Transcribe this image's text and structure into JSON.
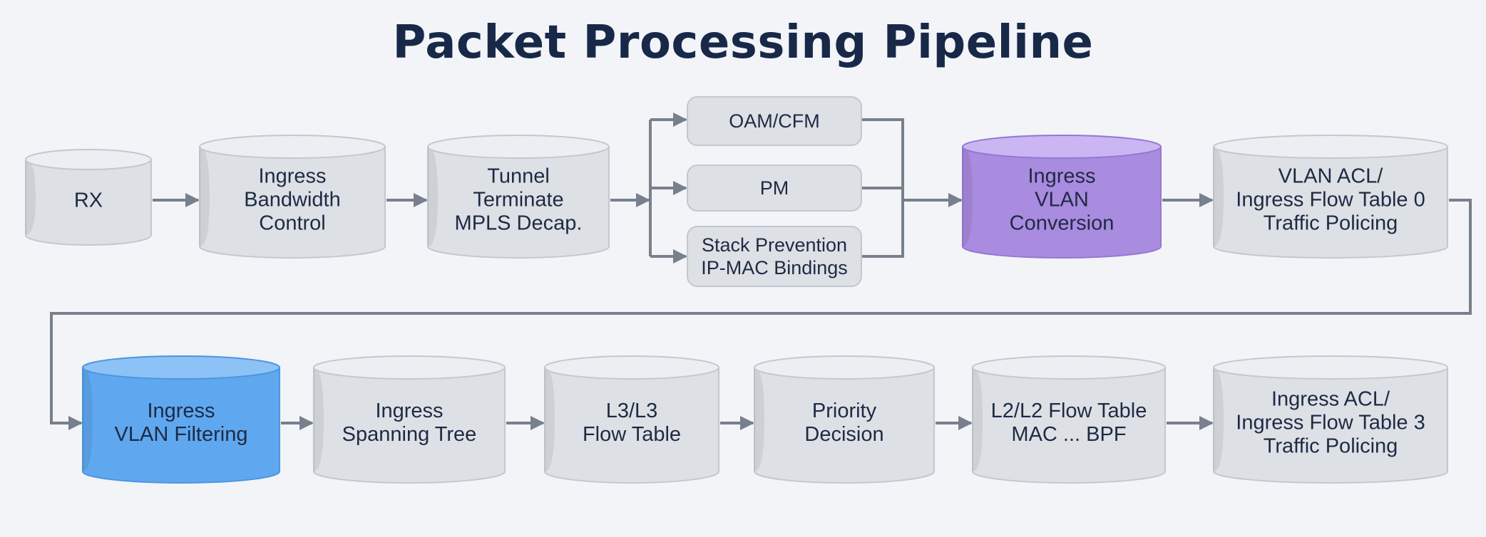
{
  "title": "Packet Processing Pipeline",
  "colors": {
    "background": "#f2f4f7",
    "node_fill": "#dde0e5",
    "node_top": "#eceef1",
    "node_stroke": "#c3c7cf",
    "purple_fill": "#a98be0",
    "purple_top": "#c9b6f2",
    "blue_fill": "#5fa8ef",
    "blue_top": "#8cc2f6",
    "connector": "#77808c",
    "text": "#1e2a44",
    "title": "#182848"
  },
  "nodes": {
    "rx": {
      "lines": [
        "RX"
      ]
    },
    "ingress_bw": {
      "lines": [
        "Ingress",
        "Bandwidth",
        "Control"
      ]
    },
    "tunnel": {
      "lines": [
        "Tunnel",
        "Terminate",
        "MPLS Decap."
      ]
    },
    "oam": {
      "lines": [
        "OAM/CFM"
      ]
    },
    "pm": {
      "lines": [
        "PM"
      ]
    },
    "stack": {
      "lines": [
        "Stack Prevention",
        "IP-MAC Bindings"
      ]
    },
    "vlan_conv": {
      "lines": [
        "Ingress",
        "VLAN",
        "Conversion"
      ]
    },
    "vlan_acl": {
      "lines": [
        "VLAN ACL/",
        "Ingress Flow Table 0",
        "Traffic Policing"
      ]
    },
    "vlan_filter": {
      "lines": [
        "Ingress",
        "VLAN Filtering"
      ]
    },
    "stp": {
      "lines": [
        "Ingress",
        "Spanning Tree"
      ]
    },
    "l3": {
      "lines": [
        "L3/L3",
        "Flow Table"
      ]
    },
    "priority": {
      "lines": [
        "Priority",
        "Decision"
      ]
    },
    "l2": {
      "lines": [
        "L2/L2 Flow Table",
        "MAC ... BPF"
      ]
    },
    "ingress_acl": {
      "lines": [
        "Ingress ACL/",
        "Ingress Flow Table 3",
        "Traffic Policing"
      ]
    }
  }
}
